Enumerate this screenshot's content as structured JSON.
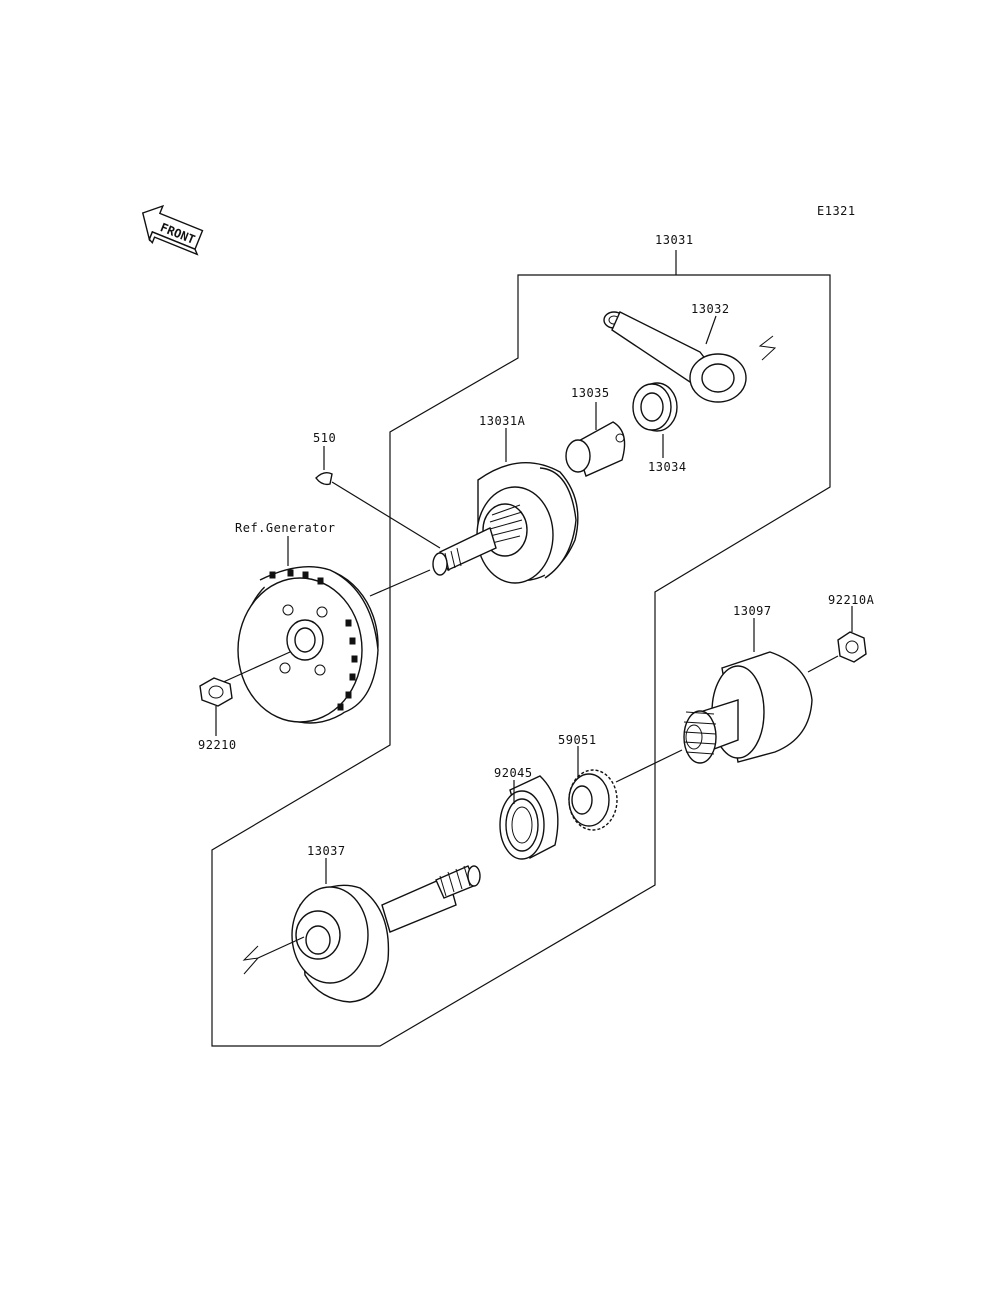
{
  "diagram_code": "E1321",
  "front_arrow": {
    "label": "FRONT",
    "icon": "front-arrow-icon"
  },
  "parts": [
    {
      "id": "13031",
      "label": "13031"
    },
    {
      "id": "13032",
      "label": "13032"
    },
    {
      "id": "13035",
      "label": "13035"
    },
    {
      "id": "13031A",
      "label": "13031A"
    },
    {
      "id": "13034",
      "label": "13034"
    },
    {
      "id": "510",
      "label": "510"
    },
    {
      "id": "ref-generator",
      "label": "Ref.Generator"
    },
    {
      "id": "92210A",
      "label": "92210A"
    },
    {
      "id": "13097",
      "label": "13097"
    },
    {
      "id": "92210",
      "label": "92210"
    },
    {
      "id": "59051",
      "label": "59051"
    },
    {
      "id": "92045",
      "label": "92045"
    },
    {
      "id": "13037",
      "label": "13037"
    }
  ]
}
